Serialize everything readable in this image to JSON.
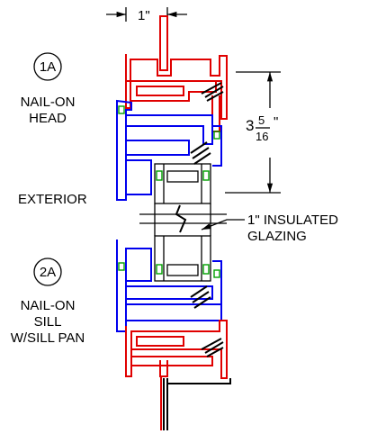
{
  "dimension_top": "1\"",
  "dimension_height_whole": "3",
  "dimension_height_num": "5",
  "dimension_height_den": "16",
  "dimension_height_inch": "\"",
  "callout_head_tag": "1A",
  "callout_head_line1": "NAIL-ON",
  "callout_head_line2": "HEAD",
  "exterior_label": "EXTERIOR",
  "glazing_line1": "1\" INSULATED",
  "glazing_line2": "GLAZING",
  "callout_sill_tag": "2A",
  "callout_sill_line1": "NAIL-ON",
  "callout_sill_line2": "SILL",
  "callout_sill_line3": "W/SILL PAN",
  "colors": {
    "frame": "#e00000",
    "sash": "#0000ee",
    "glass": "#000000",
    "gasket": "#00a000"
  }
}
